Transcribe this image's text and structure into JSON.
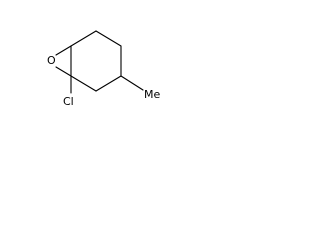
{
  "molecule": {
    "atoms": {
      "oxygen": "O",
      "chlorine": "Cl",
      "methyl": "Me"
    }
  }
}
